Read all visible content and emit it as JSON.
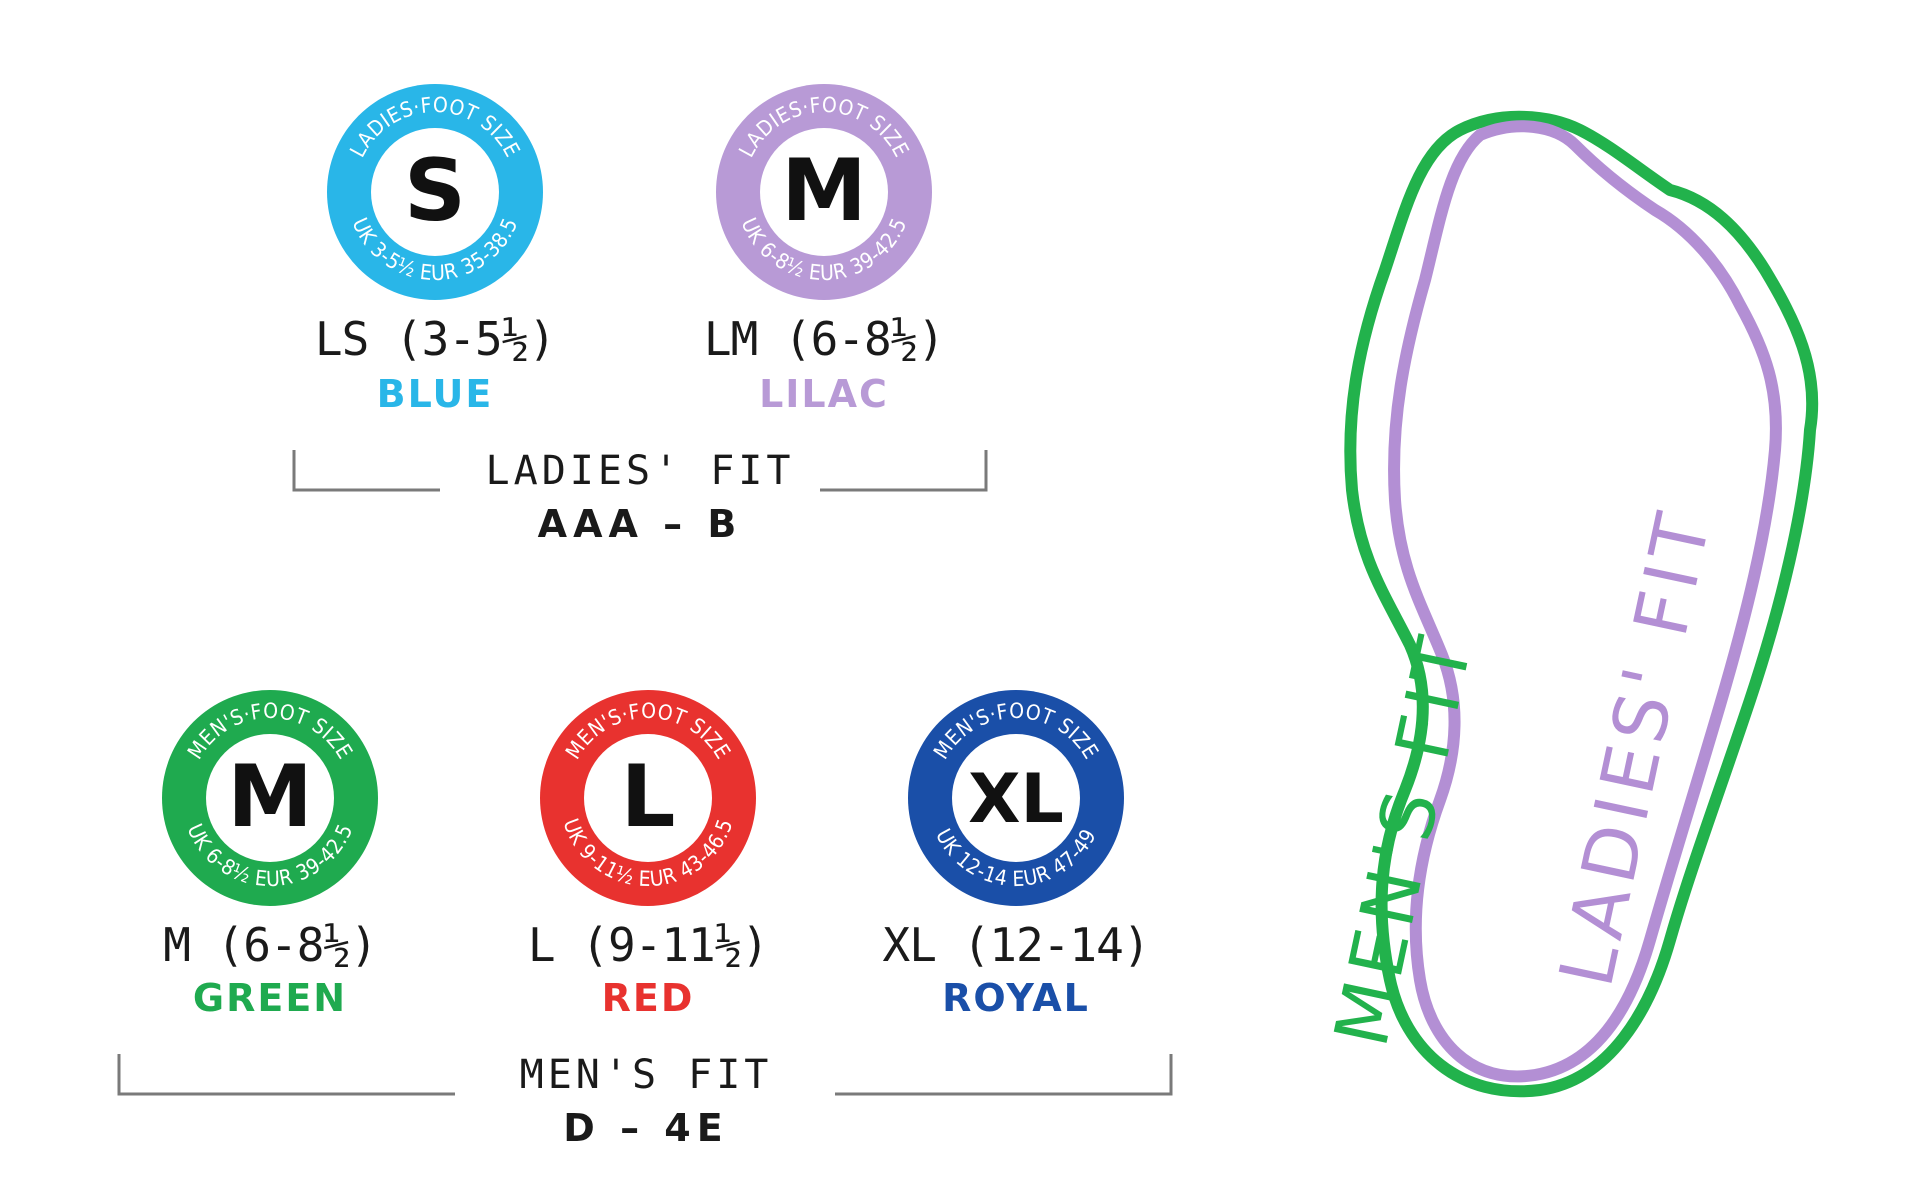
{
  "ladies": {
    "fit_title": "LADIES' FIT",
    "fit_sub": "AAA – B",
    "sizes": [
      {
        "letter": "S",
        "ring_top": "LADIES·FOOT SIZE",
        "ring_bottom": "UK 3-5½ EUR 35-38.5",
        "label": "LS (3-5½)",
        "color_name": "BLUE",
        "color": "#29b6e8"
      },
      {
        "letter": "M",
        "ring_top": "LADIES·FOOT SIZE",
        "ring_bottom": "UK 6-8½ EUR 39-42.5",
        "label": "LM (6-8½)",
        "color_name": "LILAC",
        "color": "#b89ad6"
      }
    ]
  },
  "mens": {
    "fit_title": "MEN'S FIT",
    "fit_sub": "D – 4E",
    "sizes": [
      {
        "letter": "M",
        "ring_top": "MEN'S·FOOT SIZE",
        "ring_bottom": "UK 6-8½ EUR 39-42.5",
        "label": "M (6-8½)",
        "color_name": "GREEN",
        "color": "#1faa4f"
      },
      {
        "letter": "L",
        "ring_top": "MEN'S·FOOT SIZE",
        "ring_bottom": "UK 9-11½ EUR 43-46.5",
        "label": "L (9-11½)",
        "color_name": "RED",
        "color": "#e8322f"
      },
      {
        "letter": "XL",
        "ring_top": "MEN'S·FOOT SIZE",
        "ring_bottom": "UK 12-14 EUR 47-49",
        "label": "XL (12-14)",
        "color_name": "ROYAL",
        "color": "#1a4fa8"
      }
    ]
  },
  "foot": {
    "mens_label": "MEN'S FIT",
    "ladies_label": "LADIES' FIT",
    "mens_color": "#22b24c",
    "ladies_color": "#b38fd4"
  }
}
